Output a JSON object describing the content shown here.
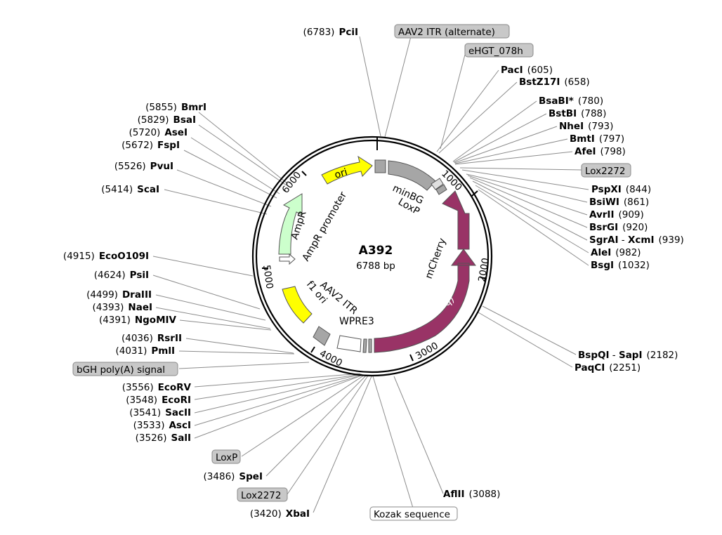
{
  "plasmid": {
    "name": "A392",
    "size_label": "6788 bp"
  },
  "ticks": [
    "1000",
    "2000",
    "3000",
    "4000",
    "5000",
    "6000"
  ],
  "sites_right": [
    {
      "name": "PacI",
      "pos": "(605)"
    },
    {
      "name": "BstZ17I",
      "pos": "(658)"
    },
    {
      "name": "BsaBI*",
      "pos": "(780)"
    },
    {
      "name": "BstBI",
      "pos": "(788)"
    },
    {
      "name": "NheI",
      "pos": "(793)"
    },
    {
      "name": "BmtI",
      "pos": "(797)"
    },
    {
      "name": "AfeI",
      "pos": "(798)"
    },
    {
      "name": "PspXI",
      "pos": "(844)"
    },
    {
      "name": "BsiWI",
      "pos": "(861)"
    },
    {
      "name": "AvrII",
      "pos": "(909)"
    },
    {
      "name": "BsrGI",
      "pos": "(920)"
    },
    {
      "name": "SgrAI",
      "sep": " - ",
      "name2": "XcmI",
      "pos": "(939)"
    },
    {
      "name": "AleI",
      "pos": "(982)"
    },
    {
      "name": "BsgI",
      "pos": "(1032)"
    },
    {
      "name": "BspQI",
      "sep": " - ",
      "name2": "SapI",
      "pos": "(2182)"
    },
    {
      "name": "PaqCI",
      "pos": "(2251)"
    },
    {
      "name": "AflII",
      "pos": "(3088)"
    }
  ],
  "sites_left": [
    {
      "name": "PciI",
      "pos": "(6783)"
    },
    {
      "name": "BmrI",
      "pos": "(5855)"
    },
    {
      "name": "BsaI",
      "pos": "(5829)"
    },
    {
      "name": "AseI",
      "pos": "(5720)"
    },
    {
      "name": "FspI",
      "pos": "(5672)"
    },
    {
      "name": "PvuI",
      "pos": "(5526)"
    },
    {
      "name": "ScaI",
      "pos": "(5414)"
    },
    {
      "name": "EcoO109I",
      "pos": "(4915)"
    },
    {
      "name": "PsiI",
      "pos": "(4624)"
    },
    {
      "name": "DraIII",
      "pos": "(4499)"
    },
    {
      "name": "NaeI",
      "pos": "(4393)"
    },
    {
      "name": "NgoMIV",
      "pos": "(4391)"
    },
    {
      "name": "RsrII",
      "pos": "(4036)"
    },
    {
      "name": "PmlI",
      "pos": "(4031)"
    },
    {
      "name": "EcoRV",
      "pos": "(3556)"
    },
    {
      "name": "EcoRI",
      "pos": "(3548)"
    },
    {
      "name": "SacII",
      "pos": "(3541)"
    },
    {
      "name": "AscI",
      "pos": "(3533)"
    },
    {
      "name": "SalI",
      "pos": "(3526)"
    },
    {
      "name": "SpeI",
      "pos": "(3486)"
    },
    {
      "name": "XbaI",
      "pos": "(3420)"
    }
  ],
  "feature_boxes": [
    "AAV2 ITR (alternate)",
    "eHGT_078h",
    "Lox2272",
    "bGH poly(A) signal",
    "LoxP",
    "Lox2272",
    "Kozak sequence"
  ],
  "inner_labels": {
    "ori": "ori",
    "ampr": "AmpR",
    "ampr_promoter": "AmpR promoter",
    "minbg": "minBG",
    "loxp": "LoxP",
    "mcherry": "mCherry",
    "hm3d": "hM3D(Gq)",
    "aav2_itr": "AAV2 ITR",
    "f1_ori": "f1 ori",
    "wpre3": "WPRE3"
  },
  "colors": {
    "ori": "#ffff00",
    "ampr": "#ccffcc",
    "mcherry": "#993366",
    "hm3d": "#993366",
    "grey_feature": "#a6a6a6",
    "label_box": "#c8c8c8"
  }
}
